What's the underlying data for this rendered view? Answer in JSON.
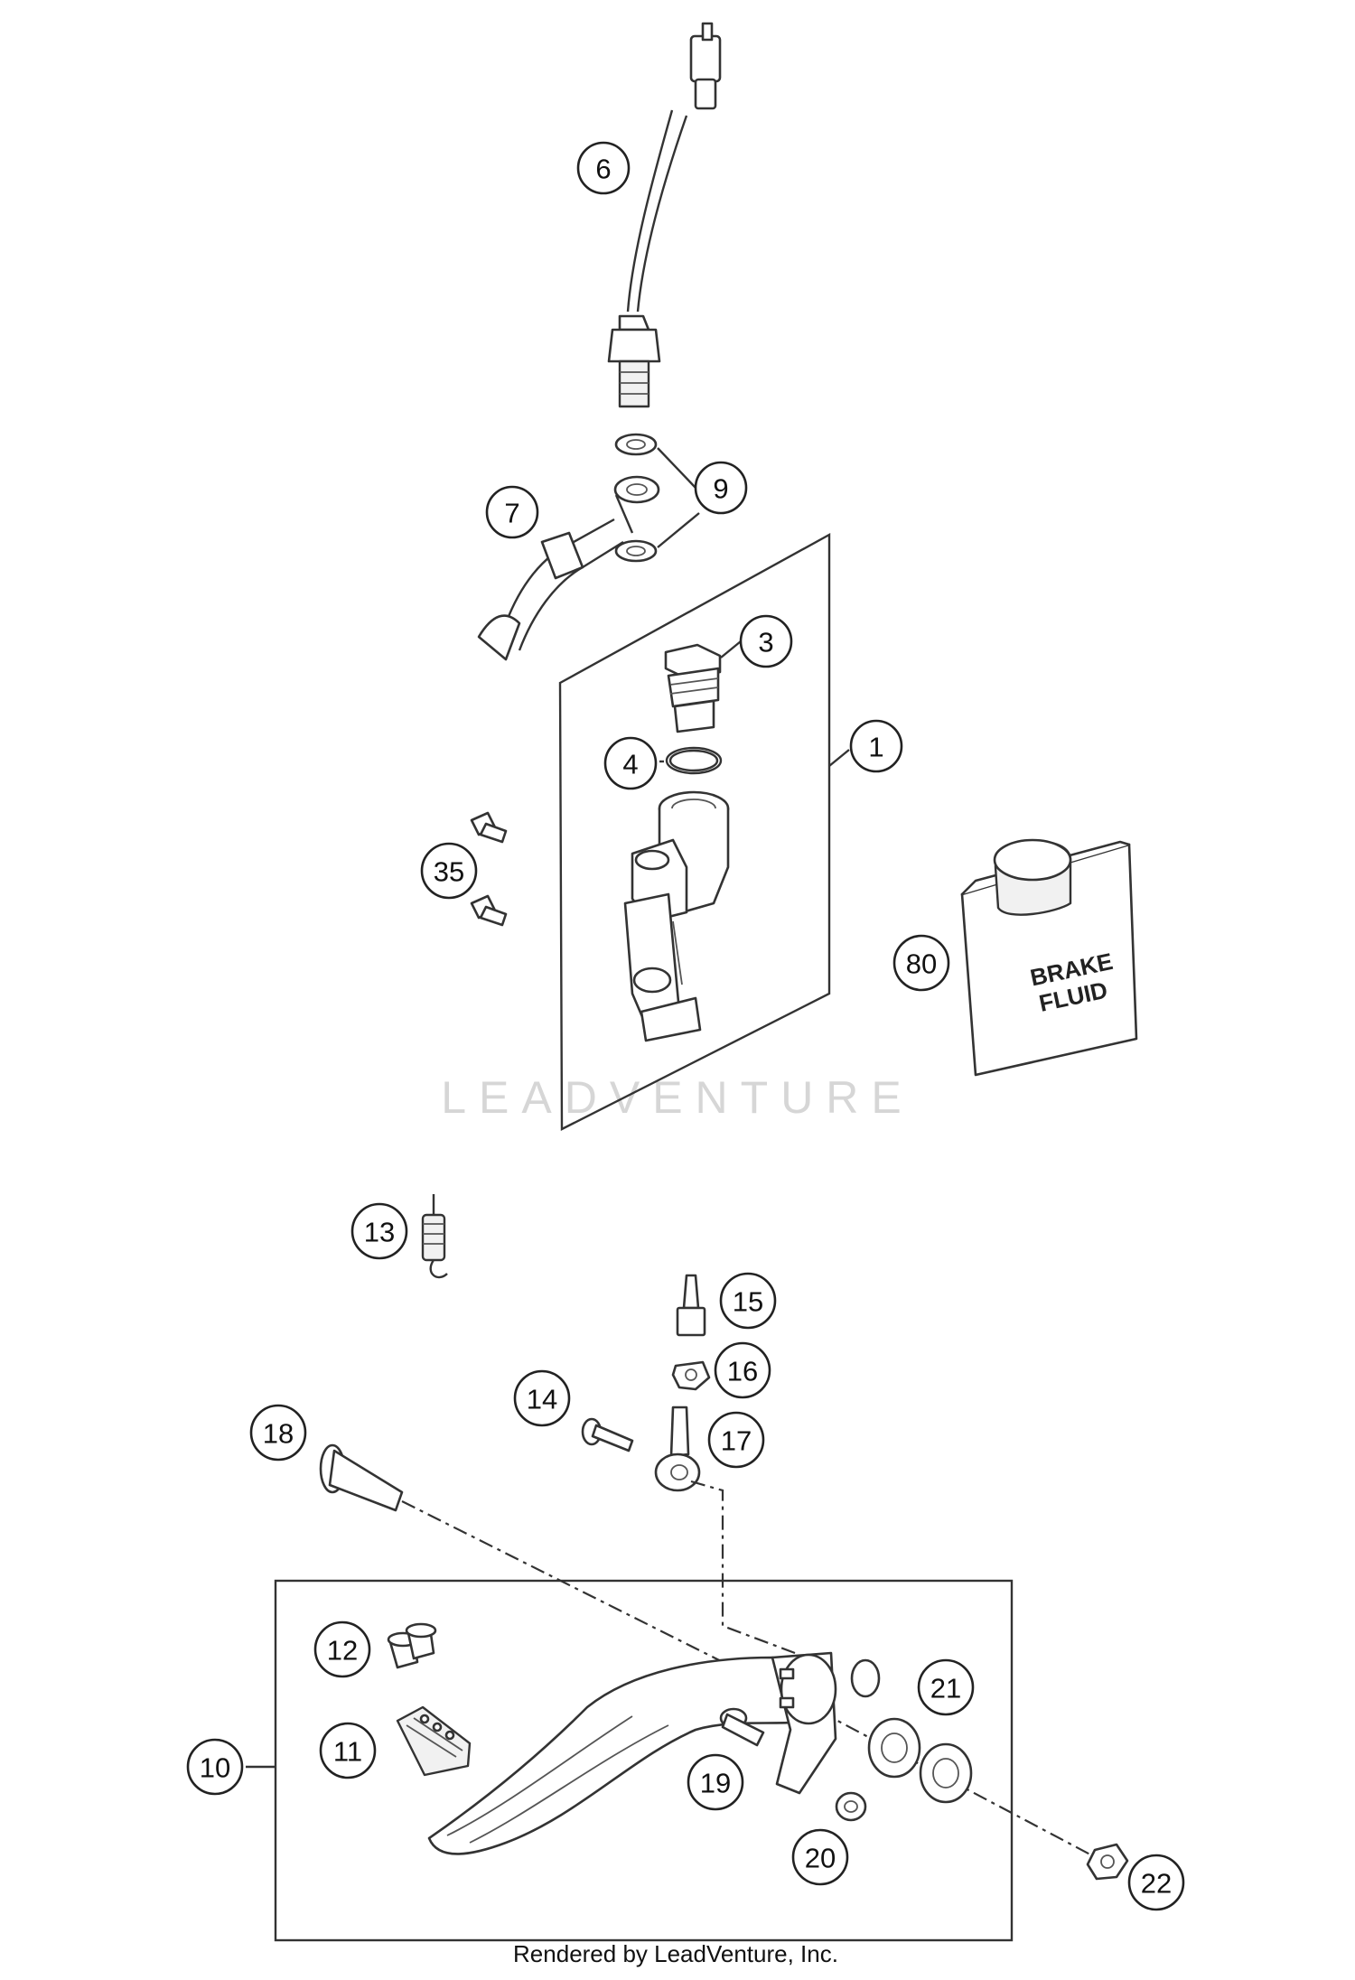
{
  "callouts": [
    {
      "id": "6",
      "label": "6"
    },
    {
      "id": "9",
      "label": "9"
    },
    {
      "id": "7",
      "label": "7"
    },
    {
      "id": "3",
      "label": "3"
    },
    {
      "id": "1",
      "label": "1"
    },
    {
      "id": "4",
      "label": "4"
    },
    {
      "id": "35",
      "label": "35"
    },
    {
      "id": "80",
      "label": "80"
    },
    {
      "id": "13",
      "label": "13"
    },
    {
      "id": "15",
      "label": "15"
    },
    {
      "id": "16",
      "label": "16"
    },
    {
      "id": "14",
      "label": "14"
    },
    {
      "id": "17",
      "label": "17"
    },
    {
      "id": "18",
      "label": "18"
    },
    {
      "id": "12",
      "label": "12"
    },
    {
      "id": "21",
      "label": "21"
    },
    {
      "id": "10",
      "label": "10"
    },
    {
      "id": "11",
      "label": "11"
    },
    {
      "id": "19",
      "label": "19"
    },
    {
      "id": "20",
      "label": "20"
    },
    {
      "id": "22",
      "label": "22"
    }
  ],
  "jug_label": {
    "line1": "BRAKE",
    "line2": "FLUID"
  },
  "watermark": "LEADVENTURE",
  "footer": "Rendered by LeadVenture, Inc."
}
